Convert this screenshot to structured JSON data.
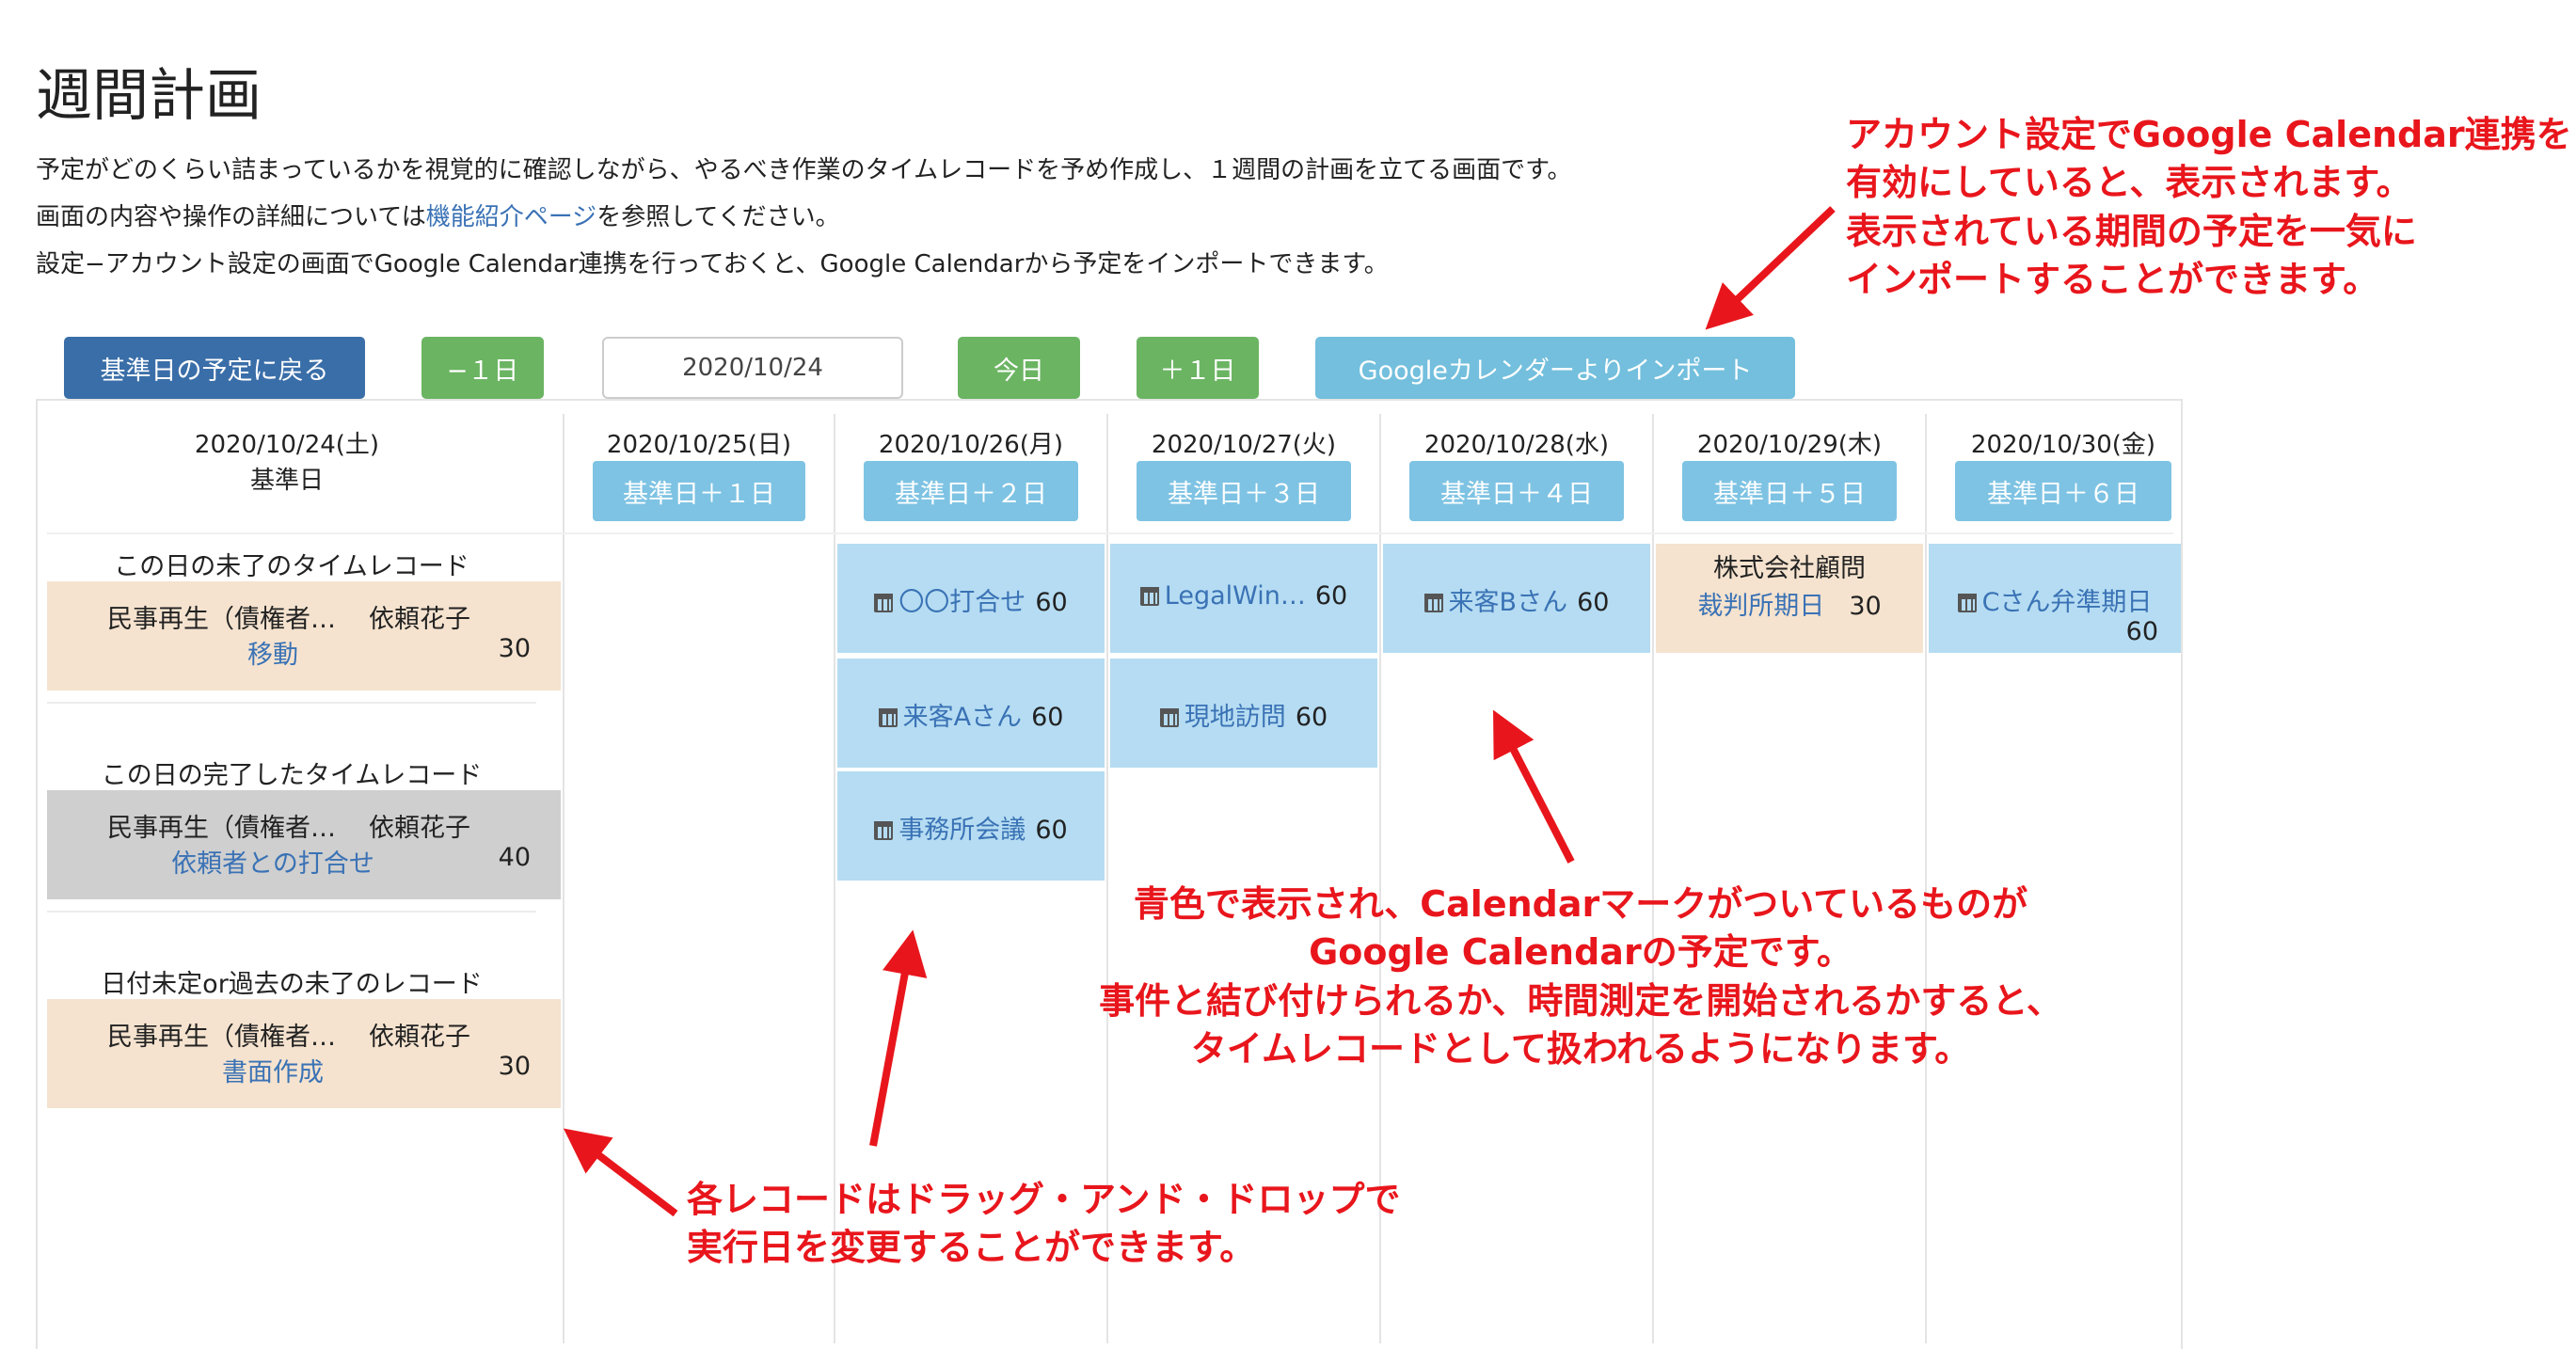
{
  "page": {
    "title": "週間計画",
    "desc1": "予定がどのくらい詰まっているかを視覚的に確認しながら、やるべき作業のタイムレコードを予め作成し、１週間の計画を立てる画面です。",
    "desc2_pre": "画面の内容や操作の詳細については",
    "desc2_link": "機能紹介ページ",
    "desc2_post": "を参照してください。",
    "desc3": "設定−アカウント設定の画面でGoogle Calendar連携を行っておくと、Google Calendarから予定をインポートできます。"
  },
  "toolbar": {
    "back_label": "基準日の予定に戻る",
    "prev_label": "−１日",
    "date_value": "2020/10/24",
    "today_label": "今日",
    "next_label": "＋１日",
    "import_label": "Googleカレンダーよりインポート"
  },
  "base": {
    "date": "2020/10/24(土)",
    "label": "基準日",
    "sections": [
      {
        "label": "この日の未了のタイムレコード",
        "case": "民事再生（債権者…",
        "person": "依頼花子",
        "task": "移動",
        "minutes": "30"
      },
      {
        "label": "この日の完了したタイムレコード",
        "case": "民事再生（債権者…",
        "person": "依頼花子",
        "task": "依頼者との打合せ",
        "minutes": "40"
      },
      {
        "label": "日付未定or過去の未了のレコード",
        "case": "民事再生（債権者…",
        "person": "依頼花子",
        "task": "書面作成",
        "minutes": "30"
      }
    ]
  },
  "days": [
    {
      "date": "2020/10/25(日)",
      "btn": "基準日＋１日"
    },
    {
      "date": "2020/10/26(月)",
      "btn": "基準日＋２日"
    },
    {
      "date": "2020/10/27(火)",
      "btn": "基準日＋３日"
    },
    {
      "date": "2020/10/28(水)",
      "btn": "基準日＋４日"
    },
    {
      "date": "2020/10/29(木)",
      "btn": "基準日＋５日"
    },
    {
      "date": "2020/10/30(金)",
      "btn": "基準日＋６日"
    }
  ],
  "events": {
    "d2": [
      {
        "title": "〇〇打合せ",
        "minutes": "60"
      },
      {
        "title": "来客Aさん",
        "minutes": "60"
      },
      {
        "title": "事務所会議",
        "minutes": "60"
      }
    ],
    "d3": [
      {
        "title": "LegalWin…",
        "minutes": "60"
      },
      {
        "title": "現地訪問",
        "minutes": "60"
      }
    ],
    "d4": [
      {
        "title": "来客Bさん",
        "minutes": "60"
      }
    ],
    "d5": {
      "client": "株式会社顧問",
      "task": "裁判所期日",
      "minutes": "30"
    },
    "d6": {
      "title": "Cさん弁準期日",
      "minutes": "60"
    }
  },
  "annotations": {
    "a1": [
      "アカウント設定でGoogle Calendar連携を",
      "有効にしていると、表示されます。",
      "表示されている期間の予定を一気に",
      "インポートすることができます。"
    ],
    "a2": [
      "青色で表示され、Calendarマークがついているものが",
      "Google Calendarの予定です。",
      "事件と結び付けられるか、時間測定を開始されるかすると、",
      "タイムレコードとして扱われるようになります。"
    ],
    "a3": [
      "各レコードはドラッグ・アンド・ドロップで",
      "実行日を変更することができます。"
    ]
  },
  "colors": {
    "annotation": "#e8161c",
    "link": "#3a72b5",
    "primary_button": "#3a6ea8",
    "success_button": "#6bb462",
    "info_button": "#73bfdd",
    "event_blue": "#b5dcf2",
    "record_orange": "#f5e3cf",
    "record_done_gray": "#cfcfcf"
  }
}
